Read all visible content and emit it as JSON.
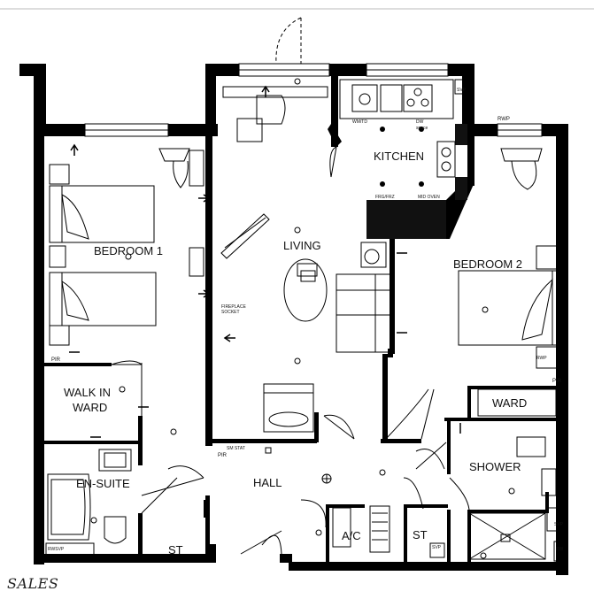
{
  "rooms": {
    "bedroom1": "BEDROOM 1",
    "living": "LIVING",
    "kitchen": "KITCHEN",
    "bedroom2": "BEDROOM 2",
    "walk_in_line1": "WALK IN",
    "walk_in_line2": "WARD",
    "ward": "WARD",
    "ensuite": "EN-SUITE",
    "hall": "HALL",
    "shower": "SHOWER",
    "ac": "A/C",
    "st_left": "ST",
    "st_right": "ST"
  },
  "annotations": {
    "rwp": "RWP",
    "svp_kitchen": "SVP",
    "wm_td": "WM/TD",
    "dw_space_line1": "DW",
    "dw_space_line2": "space",
    "frg_frz": "FRG/FRZ",
    "mid_oven": "MID OVEN",
    "fireplace_line1": "FIREPLACE",
    "fireplace_line2": "SOCKET",
    "pir_bed1": "PIR",
    "pir_bed2": "PIR",
    "pir_hall": "PIR",
    "sm_stat": "SM STAT",
    "rwsvp": "RWSVP",
    "svp_st": "SVP",
    "svp_shower": "SVP",
    "rw": "RW",
    "rwp_bed2": "RWP"
  },
  "footer": {
    "label": "SALES"
  },
  "colors": {
    "wall": "#000000",
    "line": "#222222",
    "dark_fill": "#111111"
  }
}
